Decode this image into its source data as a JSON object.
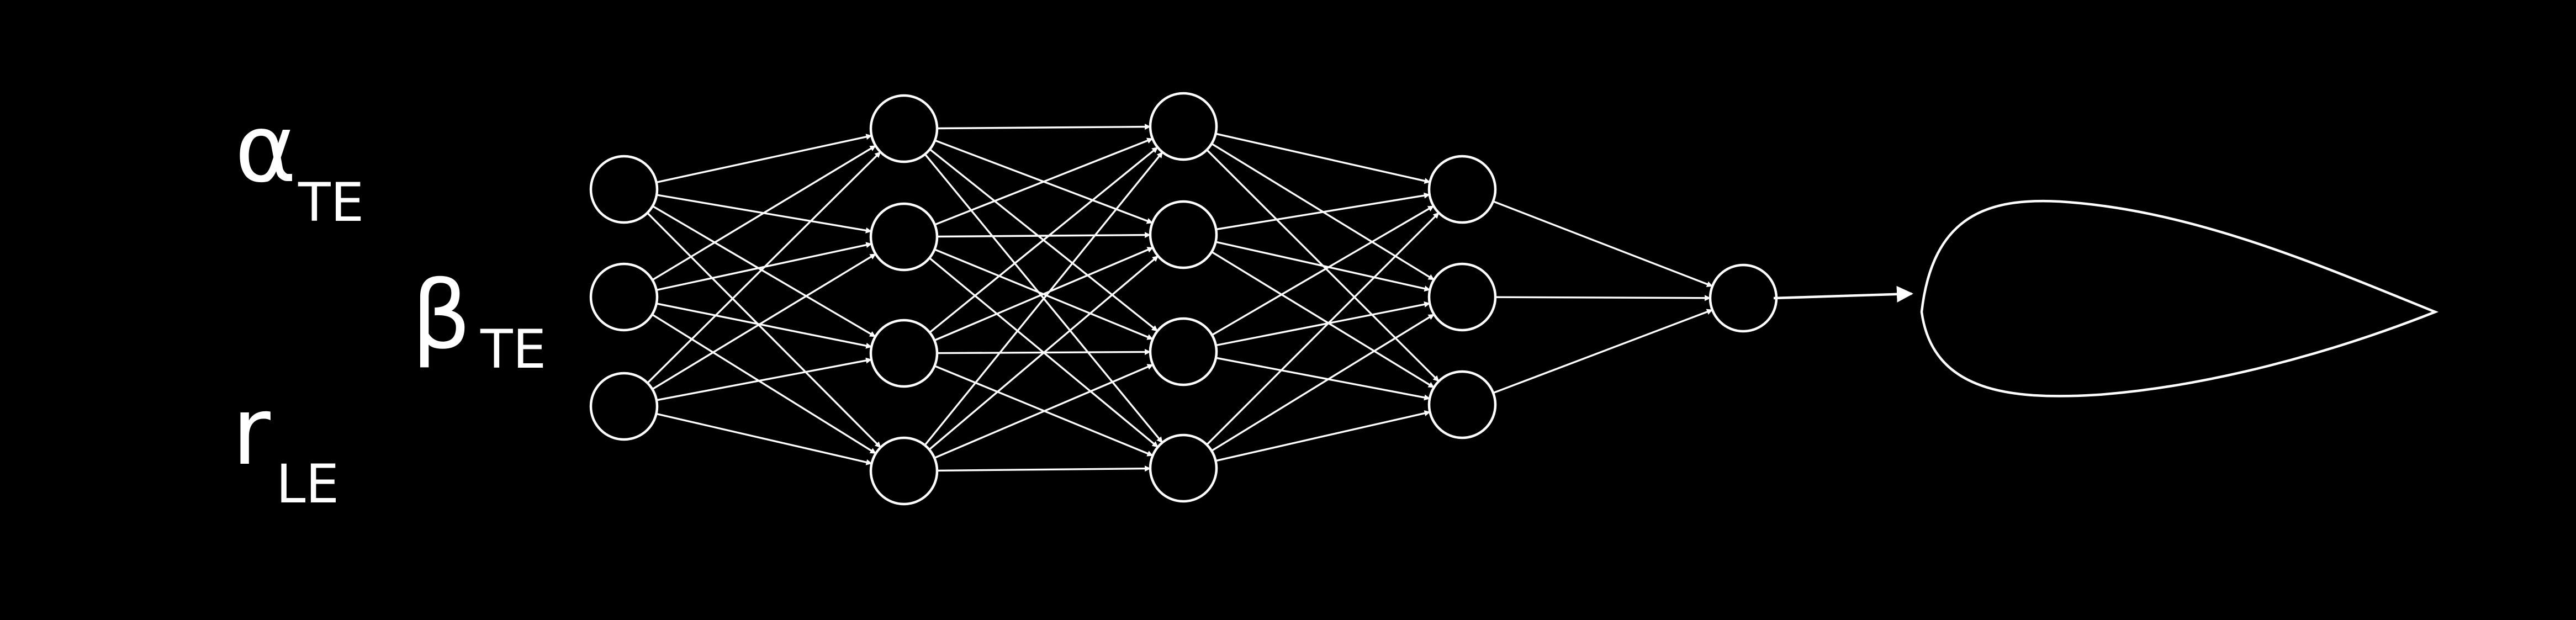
{
  "diagram": {
    "inputs": [
      {
        "symbol": "α",
        "subscript": "TE"
      },
      {
        "symbol": "β",
        "subscript": "TE"
      },
      {
        "symbol": "r",
        "subscript": "LE"
      }
    ],
    "layers": [
      3,
      4,
      4,
      3,
      1
    ],
    "output_shape": "airfoil-profile",
    "colors": {
      "background": "#000000",
      "foreground": "#ffffff"
    }
  }
}
